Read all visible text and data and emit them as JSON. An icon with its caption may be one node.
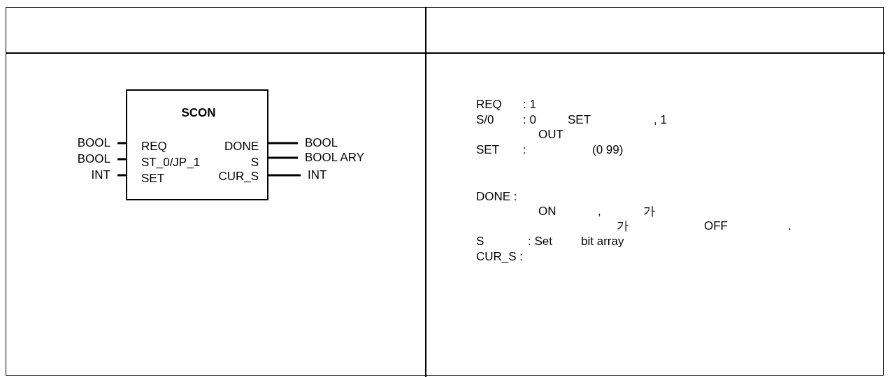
{
  "diagram": {
    "nodes": [
      {
        "text": [
          "SCON",
          "REQ",
          "ST_0/JP_1",
          "SET",
          "DONE",
          "S",
          "CUR_S"
        ]
      },
      {
        "text": [
          "BOOL"
        ]
      },
      {
        "text": [
          "BOOL"
        ]
      },
      {
        "text": [
          "INT"
        ]
      },
      {
        "text": [
          "BOOL"
        ]
      },
      {
        "text": [
          "BOOL ARY"
        ]
      },
      {
        "text": [
          "INT"
        ]
      }
    ],
    "edges": [
      {
        "from": 1,
        "to": 0,
        "arrow": "none"
      },
      {
        "from": 2,
        "to": 0,
        "arrow": "none"
      },
      {
        "from": 3,
        "to": 0,
        "arrow": "none"
      },
      {
        "from": 0,
        "to": 4,
        "arrow": "none"
      },
      {
        "from": 0,
        "to": 5,
        "arrow": "none"
      },
      {
        "from": 0,
        "to": 6,
        "arrow": "none"
      }
    ],
    "labels": [
      "REQ",
      ": 1",
      "S/0",
      ": 0",
      "SET",
      ", 1",
      "OUT",
      "SET",
      ":",
      "(0 99)",
      "DONE :",
      "ON",
      ",",
      "가",
      "가",
      "OFF",
      ".",
      "S",
      ": Set",
      "bit array",
      "CUR_S :"
    ]
  }
}
